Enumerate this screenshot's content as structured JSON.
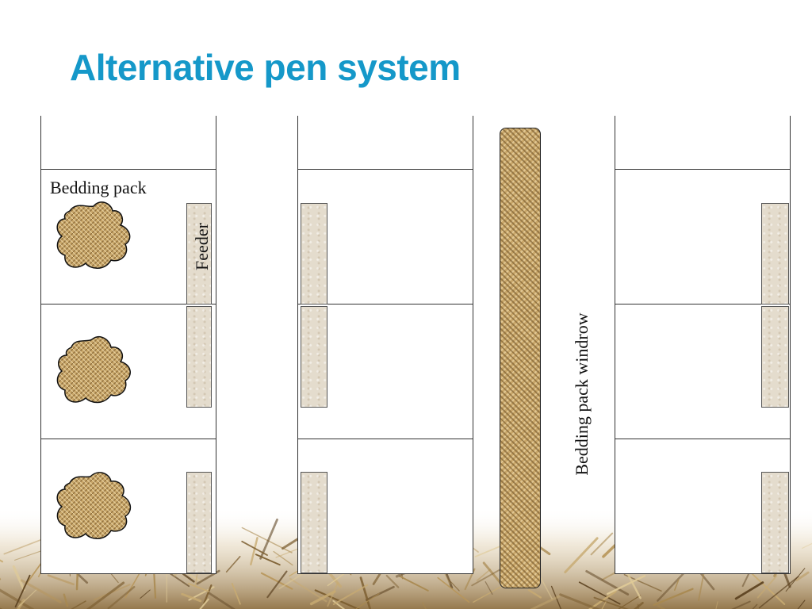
{
  "slide": {
    "title": "Alternative pen system"
  },
  "diagram": {
    "bedding_pack_label": "Bedding pack",
    "feeder_label": "Feeder",
    "windrow_label": "Bedding pack windrow"
  },
  "colors": {
    "title": "#1598c9",
    "bedding_texture": "#c9a76a",
    "feeder_fill": "#e4dccd",
    "pen_lines": "#333333"
  },
  "icons": {
    "bedding_pack": "bedding-pack-icon",
    "feeder": "feeder-icon",
    "windrow": "windrow-icon"
  }
}
